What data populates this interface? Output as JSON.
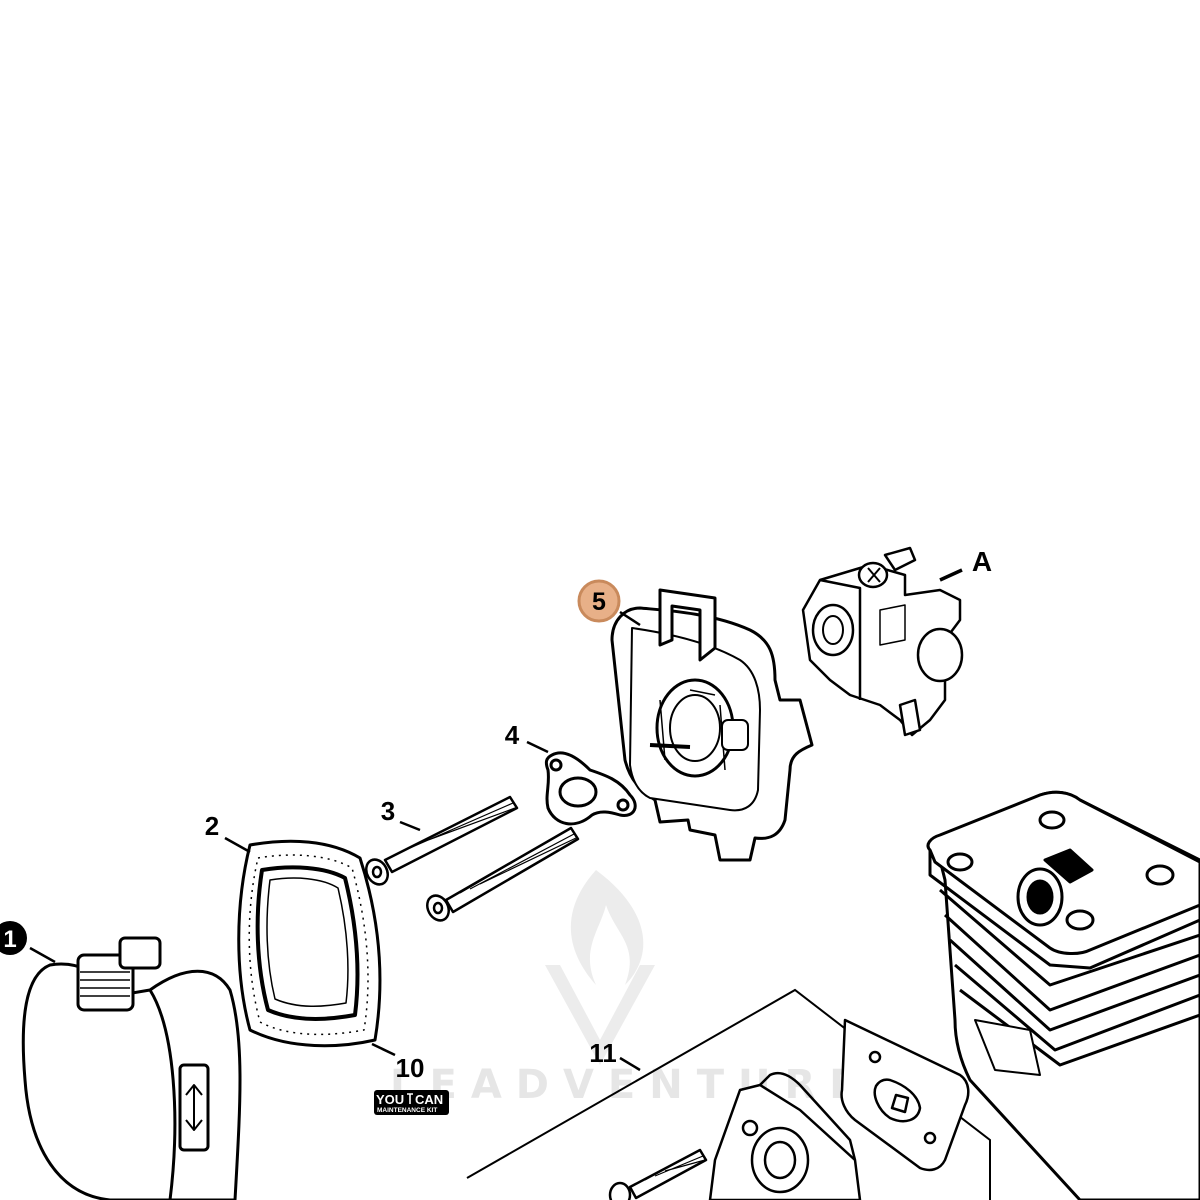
{
  "diagram": {
    "callouts": {
      "c1": "1",
      "c2": "2",
      "c3": "3",
      "c4": "4",
      "c5": "5",
      "c10": "10",
      "c11": "11",
      "cA": "A"
    },
    "highlight_color": "#e8b088",
    "highlight_border": "#c98a5c",
    "watermark_text": "LEADVENTURE",
    "kit_badge": {
      "you": "YOU",
      "can": "CAN",
      "subtitle": "MAINTENANCE KIT"
    }
  }
}
